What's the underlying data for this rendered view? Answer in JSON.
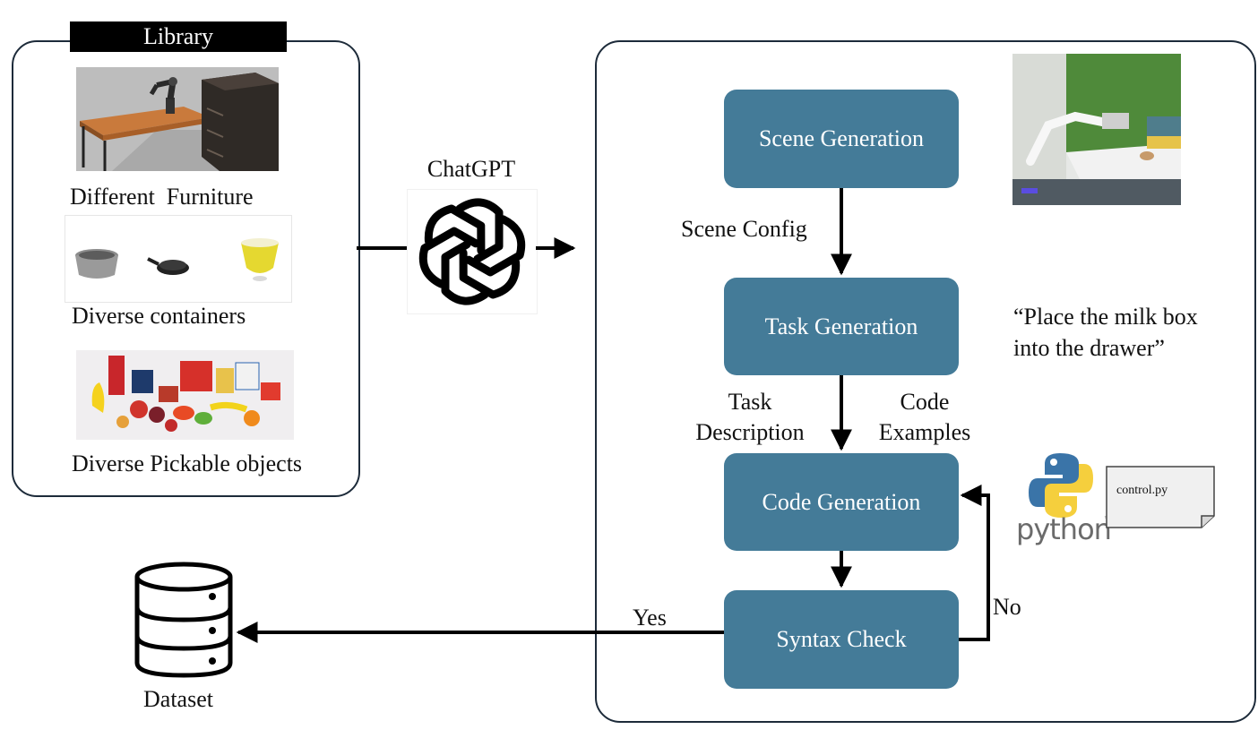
{
  "library": {
    "title": "Library",
    "furniture_caption": "Different  Furniture",
    "containers_caption": "Diverse containers",
    "pickables_caption": "Diverse Pickable objects"
  },
  "llm": {
    "name": "ChatGPT",
    "logo_icon": "openai-logo-icon"
  },
  "pipeline": {
    "steps": [
      "Scene Generation",
      "Task Generation",
      "Code Generation",
      "Syntax Check"
    ],
    "edge_scene_config": "Scene Config",
    "edge_task_description": "Task\nDescription",
    "edge_code_examples": "Code\nExamples",
    "feedback_no": "No",
    "output_yes": "Yes",
    "step_color": "#447b98"
  },
  "example_task": "“Place the milk box\ninto the drawer”",
  "code_file": {
    "filename": "control.py",
    "language_logo": "python",
    "tm": "™"
  },
  "output": {
    "label": "Dataset",
    "icon": "database-icon"
  }
}
